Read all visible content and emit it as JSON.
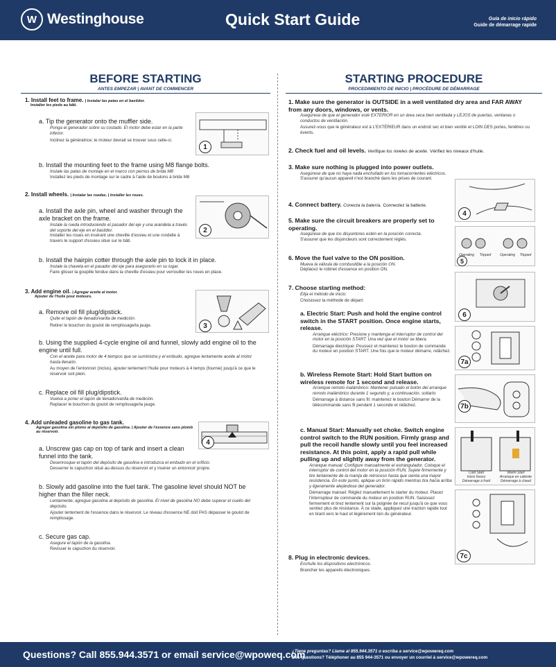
{
  "header": {
    "brand": "Westinghouse",
    "title": "Quick Start Guide",
    "title_es": "Guía de inicio rápido",
    "title_fr": "Guide de démarrage rapide"
  },
  "before": {
    "title": "BEFORE STARTING",
    "subtitle": "ANTES EMPEZAR | AVANT DE COMMENCER",
    "s1": {
      "head": "1. Install feet to frame.",
      "es": "| Instalar las patas en el bastidor.",
      "fr": "Installer les pieds au bâti.",
      "a_en": "a.  Tip the generator onto the muffler side.",
      "a_es": "Ponga el generador sobre su costado. El motor debe estar en la parte inferior.",
      "a_fr": "Inclinez la génératrice; le moteur devrait se trouver sous celle-ci.",
      "b_en": "b.  Install the mounting feet to the frame using M8 flange bolts.",
      "b_es": "Instale las patas de montaje en el marco con pernos de brida M8",
      "b_fr": "Installez les pieds de montage sur le cadre à l'aide de boulons à bride M8"
    },
    "s2": {
      "head": "2.  Install wheels.",
      "es": "| Instalar las ruedas. | Installer les roues.",
      "a_en": "a.  Install the axle pin, wheel and washer through the axle bracket on the frame.",
      "a_es": "Instale la rueda introduciendo el pasador del eje y una arandela a través del soporte del eje en el bastidor.",
      "a_fr": "Installer les roues en insérant une cheville d'essieu et une rondelle à travers le support d'essieu situé sur le bâti.",
      "b_en": "b.  Install the hairpin cotter through the axle pin to lock it in place.",
      "b_es": "Instale la chaveta en el pasador del eje para asegurarlo en su lugar.",
      "b_fr": "Faire glisser la goupille fendue dans la cheville d'essieu pour verrouiller les roues en place."
    },
    "s3": {
      "head": "3.  Add engine oil.",
      "es": "| Agregar aceite al motor.",
      "fr": "Ajouter de l'huile pour moteurs.",
      "a_en": "a.  Remove oil fill plug/dipstick.",
      "a_es": "Quite el tapón de llenado/varilla de medición.",
      "a_fr": "Retirer le bouchon du goulot de remplissage/la jauge.",
      "b_en": "b.  Using the supplied 4-cycle engine oil and funnel, slowly add engine oil to the engine until full.",
      "b_es": "Con el aceite para motor de 4 tiempos que se suministra y el embudo, agregue lentamente aceite al motor hasta llenarlo.",
      "b_fr": "Au moyen de l'entonnoir (inclus), ajouter lentement l'huile pour moteurs à 4 temps (fournie) jusqu'à ce que le réservoir soit plein.",
      "c_en": "c.  Replace oil fill plug/dipstick.",
      "c_es": "Vuelva a poner el tapón de llenado/varilla de medición.",
      "c_fr": "Replacer le bouchon du goulot de remplissage/la jauge."
    },
    "s4": {
      "head": "4.  Add unleaded gasoline to gas tank.",
      "es": "Agregar gasolina sin plomo al depósito de gasolina. | Ajouter de l'essence sans plomb au réservoir.",
      "a_en": "a.  Unscrew gas cap on top of tank and insert a clean funnel into the tank.",
      "a_es": "Desenrosque el tapón del depósito de gasolina e introduzca el embudo en el orificio.",
      "a_fr": "Desserrer le capuchon situé au-dessus du réservoir et y insérer un entonnoir propre.",
      "b_en": "b.  Slowly add gasoline into the fuel tank. The gasoline level should NOT be higher than the filler neck.",
      "b_es": "Lentamente, agregue gasolina al depósito de gasolina. El nivel de gasolina NO debe superar el cuello del depósito.",
      "b_fr": "Ajouter lentement de l'essence dans le réservoir. Le niveau d'essence NE doit PAS dépasser le goulot de remplissage.",
      "c_en": "c.  Secure gas cap.",
      "c_es": "Asegure el tapón de la gasolina.",
      "c_fr": "Revisser le capuchon du réservoir."
    }
  },
  "starting": {
    "title": "STARTING PROCEDURE",
    "subtitle": "PROCEDIMIENTO DE INICIO | PROCÉDURE DE DÉMARRAGE",
    "s1": {
      "en": "1.  Make sure the generator is OUTSIDE in a well ventilated dry area and FAR AWAY from any doors, windows, or vents.",
      "es": "Asegúrese de que el generador esté EXTERIOR en un área seca bien ventilada y LEJOS de puertas, ventanas o conductos de ventilación.",
      "fr": "Assurez-vous que le générateur est à L'EXTÉRIEUR dans un endroit sec et bien ventilé et LOIN DES portes, fenêtres ou évents."
    },
    "s2": {
      "en": "2.   Check fuel and oil levels.",
      "es": "Verifique los niveles de aceite.",
      "fr": "Vérifiez les niveaux d'huile."
    },
    "s3": {
      "en": "3.  Make sure nothing is plugged into power outlets.",
      "es": "Asegúrese de que no haya nada enchufado en los tomacorrientes eléctricos.",
      "fr": "S'assurer qu'aucun appareil n'est branché dans les prises de courant."
    },
    "s4": {
      "en": "4.   Connect battery.",
      "es": "Conecta la batería.",
      "fr": "Connectez la batterie."
    },
    "s5": {
      "en": "5.  Make sure the circuit breakers are properly set to operating.",
      "es": "Asegúrese de que los disyuntores estén en la posición correcta.",
      "fr": "S'assurer que les disjoncteurs sont correctement réglés."
    },
    "s6": {
      "en": "6.  Move the fuel valve to the ON position.",
      "es": "Mueva la válvula de combustible a la posición ON.",
      "fr": "Déplacez le robinet d'essence en position ON."
    },
    "s7": {
      "en": "7.  Choose starting method:",
      "es": "Elija el método de inicio:",
      "fr": "Choisissez la méthode de départ:",
      "a_en": "a.  Electric Start: Push and hold the engine control switch in the START position. Once engine starts, release.",
      "a_es": "Arranque eléctrico: Presione y mantenga el interruptor de control del motor en la posición START. Una vez que el motor se libera.",
      "a_fr": "Démarrage électrique: Poussez et maintenez le bouton de commande du moteur en position START. Une fois que le moteur démarre, relâchez.",
      "b_en": "b.  Wireless Remote Start: Hold Start button on wireless remote for 1 second and release.",
      "b_es": "Arranque remoto inalámbrico: Mantener pulsado el botón del arranque remoto inalámbrico durante 1 segundo y, a continuación, soltarlo.",
      "b_fr": "Démarrage à distance sans fil: maintenez le bouton Démarrer de la télécommande sans fil pendant 1 seconde et relâchez.",
      "c_en": "c.  Manual Start: Manually set choke. Switch engine control switch to the RUN position. Firmly grasp and pull the recoil handle slowly until you feel increased resistance. At this point, apply a rapid pull while pulling up and slightly away from the generator.",
      "c_es": "Arranque manual: Configure manualmente el estrangulador. Coloque el interruptor de control del motor en la posición RUN. Sujete firmemente y tire lentamente de la manija de retroceso hasta que sienta una mayor resistencia. En este punto, aplique un tirón rápido mientras tira hacia arriba y ligeramente alejándose del generador.",
      "c_fr": "Démarrage manuel: Réglez manuellement le starter du moteur. Placez l'interrupteur de commande du moteur en position RUN. Saisissez fermement et tirez lentement sur la poignée de recul jusqu'à ce que vous sentiez plus de résistance. À ce stade, appliquez une traction rapide tout en tirant vers le haut et légèrement loin du générateur."
    },
    "s8": {
      "en": "8.  Plug in electronic devices.",
      "es": "Enchufe los dispositivos electrónicos.",
      "fr": "Brancher les appareils électroniques."
    }
  },
  "figures": {
    "f1": "1",
    "f2": "2",
    "f3": "3",
    "f4": "4",
    "f4r": "4",
    "f5": "5",
    "f6": "6",
    "f7a": "7a",
    "f7b": "7b",
    "f7c": "7c",
    "cb_operating": "Operating",
    "cb_tripped": "Tripped",
    "cold": "Cold Start",
    "cold_es": "Inicio fresco",
    "cold_fr": "Démarrage à froid",
    "warm": "Warm Start",
    "warm_es": "Arranque en caliente",
    "warm_fr": "Démarrage à chaud"
  },
  "footer": {
    "main": "Questions? Call 855.944.3571 or email service@wpoweq.com",
    "es": "¿Tiene preguntas? Llame al 855.944.3571 o escriba a service@wpowereq.com",
    "fr": "Des questions? Téléphoner au 855 944-3571 ou envoyer un courriel à service@wpowereq.com"
  }
}
